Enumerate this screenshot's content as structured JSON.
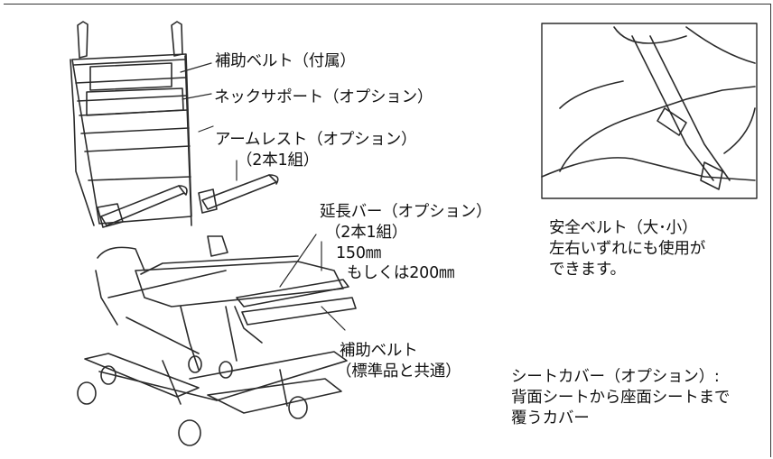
{
  "labels": {
    "assist_belt_included": "補助ベルト（付属）",
    "neck_support": "ネックサポート（オプション）",
    "armrest": "アームレスト（オプション）",
    "armrest_set": "（2本1組）",
    "extension_bar": "延長バー（オプション）",
    "extension_bar_set": "（2本1組）",
    "extension_bar_size1": "150㎜",
    "extension_bar_size2": "もしくは200㎜",
    "assist_belt_std_line1": "補助ベルト",
    "assist_belt_std_line2": "（標準品と共通）",
    "safety_belt_line1": "安全ベルト（大･小）",
    "safety_belt_line2": "左右いずれにも使用が",
    "safety_belt_line3": "できます。",
    "seat_cover_line1": "シートカバー（オプション）:",
    "seat_cover_line2": "背面シートから座面シートまで",
    "seat_cover_line3": "覆うカバー"
  },
  "colors": {
    "line": "#2b2b2b",
    "background": "#ffffff"
  }
}
